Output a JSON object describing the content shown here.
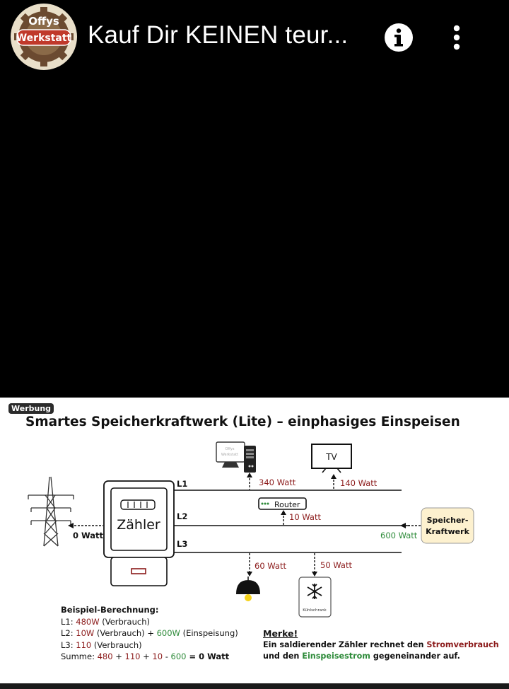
{
  "header": {
    "channel_logo": {
      "line1": "Offys",
      "line2": "Werkstatt"
    },
    "video_title": "Kauf Dir KEINEN teur...",
    "info_icon": "info-icon",
    "more_icon": "more-vert-icon"
  },
  "slide": {
    "ad_badge": "Werbung",
    "title": "Smartes Speicherkraftwerk (Lite) – einphasiges Einspeisen",
    "meter_label": "Zähler",
    "lines": {
      "l1": "L1",
      "l2": "L2",
      "l3": "L3"
    },
    "labels": {
      "grid_watt": "0 Watt",
      "pc_watt": "340 Watt",
      "tv": "TV",
      "tv_watt": "140 Watt",
      "router": "Router",
      "router_watt": "10 Watt",
      "storage_watt": "600 Watt",
      "storage_line1": "Speicher-",
      "storage_line2": "Kraftwerk",
      "lamp_watt": "60 Watt",
      "fridge_watt": "50 Watt",
      "fridge": "Kühlschrank",
      "monitor_text1": "Offys",
      "monitor_text2": "Werkstatt"
    },
    "calc": {
      "heading": "Beispiel-Berechnung:",
      "l1_label": "L1: ",
      "l1_value": "480W",
      "l1_rest": " (Verbrauch)",
      "l2_label": "L2: ",
      "l2_value": "10W",
      "l2_mid": " (Verbrauch) + ",
      "l2_feed": "600W",
      "l2_rest": " (Einspeisung)",
      "l3_label": "L3: ",
      "l3_value": "110",
      "l3_rest": " (Verbrauch)",
      "sum_label": "Summe: ",
      "sum_a": "480",
      "sum_op1": " + ",
      "sum_b": "110",
      "sum_op2": " + ",
      "sum_c": "10",
      "sum_op3": " - ",
      "sum_d": "600",
      "sum_result": " = 0 Watt"
    },
    "merke": {
      "heading": "Merke!",
      "line1_a": "Ein saldierender Zähler rechnet den ",
      "line1_b": "Stromverbrauch",
      "line2_a": "und den ",
      "line2_b": "Einspeisestrom",
      "line2_c": " gegeneinander auf."
    }
  },
  "colors": {
    "red": "#8b1a1a",
    "green": "#2e8b3a",
    "storage_fill": "#fdf1cf",
    "logo_gear": "#7a5a3a",
    "logo_red": "#c0392b"
  }
}
